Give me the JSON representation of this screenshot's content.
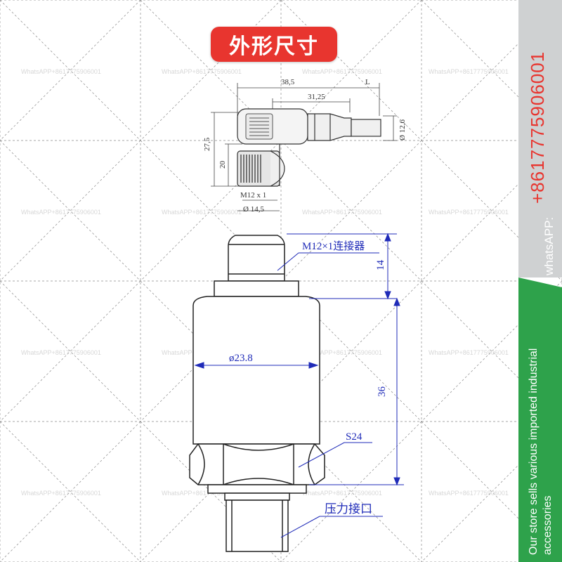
{
  "title": "外形尺寸",
  "watermark": "WhatsAPP+8617775906001",
  "side_panel": {
    "phone_label": "whatsAPP:",
    "phone_number": "+8617775906001",
    "slogan_line1": "Our store sells various imported industrial",
    "slogan_line2": "accessories",
    "gray_color": "#cfd1d2",
    "green_color": "#2ea24b",
    "accent_red": "#e8352f"
  },
  "connector_drawing": {
    "dim_total_length": "38,5",
    "dim_cable_gland": "31,25",
    "dim_L": "L",
    "dim_height": "27,5",
    "dim_thread_height": "20",
    "dim_cable_dia": "Ø 12,6",
    "thread_label": "M12 x 1",
    "dim_nut_dia": "Ø 14,5"
  },
  "sensor_drawing": {
    "connector_label": "M12×1连接器",
    "dim_connector_height": "14",
    "dim_body_dia": "ø23.8",
    "dim_body_height": "36",
    "hex_label": "S24",
    "port_label": "压力接口"
  },
  "colors": {
    "line": "#222222",
    "dimension": "#1f2bb8",
    "grid": "#7a7a7a"
  }
}
